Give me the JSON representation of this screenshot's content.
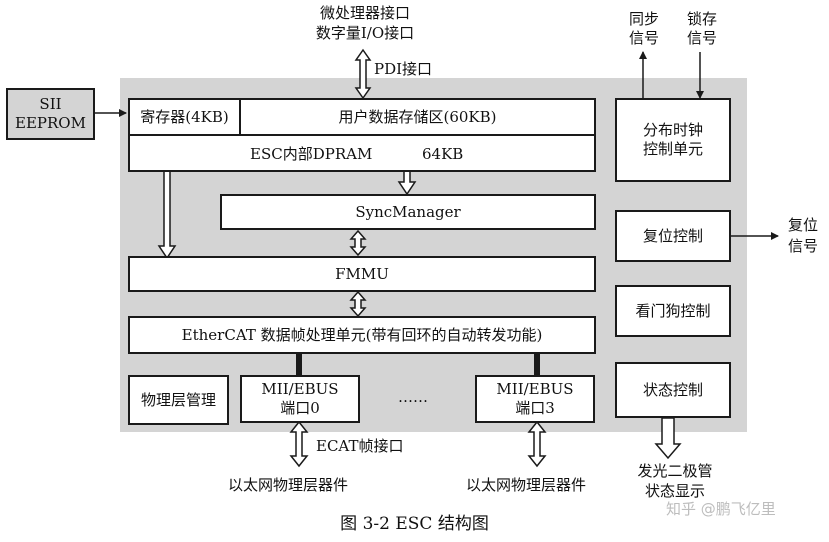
{
  "labels": {
    "top_interface_1": "微处理器接口",
    "top_interface_2": "数字量I/O接口",
    "pdi": "PDI接口",
    "sync_signal_1": "同步",
    "sync_signal_2": "信号",
    "latch_signal_1": "锁存",
    "latch_signal_2": "信号",
    "sii_eeprom_1": "SII",
    "sii_eeprom_2": "EEPROM",
    "register": "寄存器(4KB)",
    "user_data": "用户数据存储区(60KB)",
    "dpram": "ESC内部DPRAM",
    "dpram_size": "64KB",
    "dist_clock_1": "分布时钟",
    "dist_clock_2": "控制单元",
    "sync_manager": "SyncManager",
    "reset_control": "复位控制",
    "reset_signal_1": "复位",
    "reset_signal_2": "信号",
    "fmmu": "FMMU",
    "watchdog": "看门狗控制",
    "ethercat_unit": "EtherCAT 数据帧处理单元(带有回环的自动转发功能)",
    "status_control": "状态控制",
    "phy_mgmt": "物理层管理",
    "port0_1": "MII/EBUS",
    "port0_2": "端口0",
    "ellipsis": "……",
    "port3_1": "MII/EBUS",
    "port3_2": "端口3",
    "ecat_if": "ECAT帧接口",
    "phy_dev_left": "以太网物理层器件",
    "phy_dev_right": "以太网物理层器件",
    "led_1": "发光二极管",
    "led_2": "状态显示",
    "caption": "图 3-2 ESC 结构图",
    "watermark": "知乎 @鹏飞亿里"
  },
  "colors": {
    "esc_background": "#d4d4d4",
    "box_border": "#1a1a1a",
    "box_fill": "#ffffff"
  }
}
